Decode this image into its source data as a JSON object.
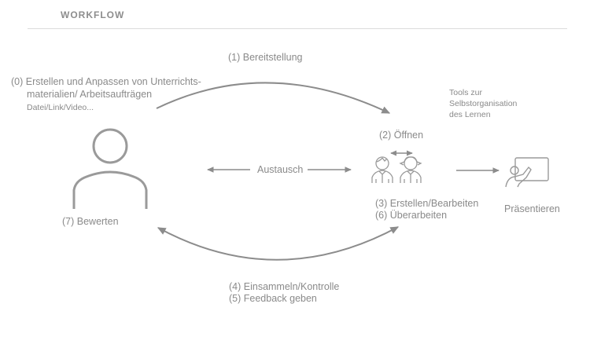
{
  "header": {
    "title": "WORKFLOW"
  },
  "teacher": {
    "task_line1": "(0) Erstellen und Anpassen von Unterrichts-",
    "task_line2": "materialien/ Arbeitsaufträgen",
    "media": "Datei/Link/Video...",
    "evaluate": "(7) Bewerten"
  },
  "flows": {
    "provide": "(1) Bereitstellung",
    "exchange": "Austausch",
    "collect_line1": "(4) Einsammeln/Kontrolle",
    "collect_line2": "(5) Feedback geben"
  },
  "students": {
    "open": "(2) Öffnen",
    "work_line1": "(3) Erstellen/Bearbeiten",
    "work_line2": "(6) Überarbeiten"
  },
  "tools": {
    "line1": "Tools zur",
    "line2": "Selbstorganisation",
    "line3": "des Lernen"
  },
  "present": {
    "label": "Präsentieren"
  },
  "colors": {
    "stroke": "#8c8c8c",
    "text": "#8a8a8a",
    "rule": "#dcdcdc"
  }
}
